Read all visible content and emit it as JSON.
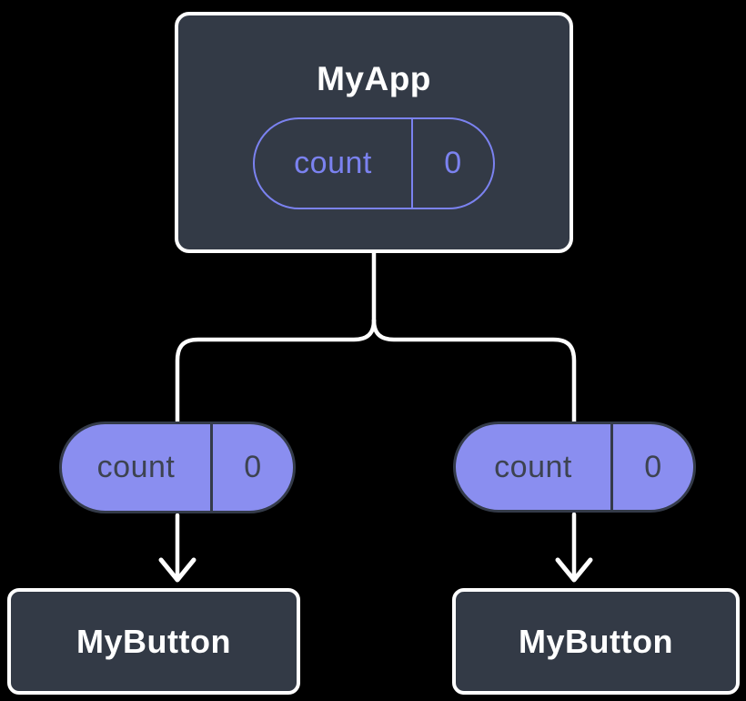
{
  "colors": {
    "background": "#000000",
    "component_fill": "#333a46",
    "component_border": "#ffffff",
    "component_text": "#ffffff",
    "state_outline": "#7b82f0",
    "prop_fill": "#8a8ef0",
    "prop_border": "#343b49",
    "prop_text": "#3d4350",
    "connector": "#ffffff"
  },
  "root_component": {
    "title": "MyApp",
    "state_pill": {
      "label": "count",
      "value": "0"
    }
  },
  "prop_pills": [
    {
      "label": "count",
      "value": "0"
    },
    {
      "label": "count",
      "value": "0"
    }
  ],
  "child_components": [
    {
      "title": "MyButton"
    },
    {
      "title": "MyButton"
    }
  ]
}
